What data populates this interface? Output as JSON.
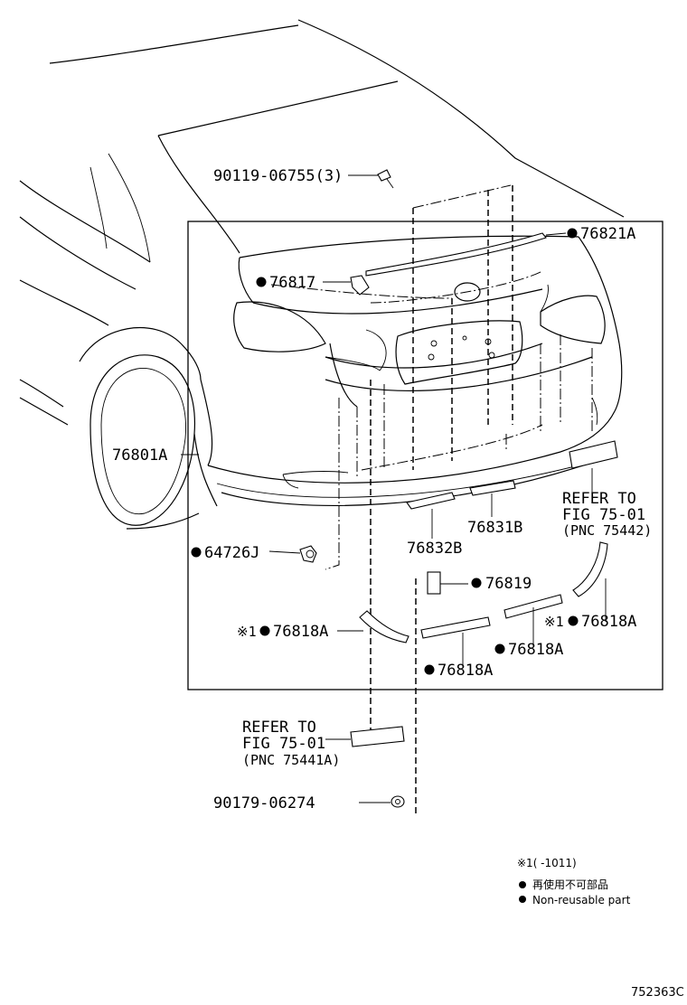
{
  "labels": {
    "bolt_90119": "90119-06755(3)",
    "p76821A": "76821A",
    "p76817": "76817",
    "p76801A": "76801A",
    "refer_right_1": "REFER TO",
    "refer_right_2": "FIG 75-01",
    "refer_right_3": "(PNC 75442)",
    "p76831B": "76831B",
    "p76832B": "76832B",
    "p64726J": "64726J",
    "p76819": "76819",
    "p76818A_left": "76818A",
    "p76818A_right": "76818A",
    "p76818A_mid_right": "76818A",
    "p76818A_mid_left": "76818A",
    "mark_left": "※1",
    "mark_right": "※1",
    "refer_bottom_1": "REFER TO",
    "refer_bottom_2": "FIG 75-01",
    "refer_bottom_3": "(PNC 75441A)",
    "clip_90179": "90179-06274"
  },
  "legend": {
    "note_mark": "※1(     -1011)",
    "item1": "再使用不可部品",
    "item2": "Non-reusable part"
  },
  "figure_id": "752363C"
}
